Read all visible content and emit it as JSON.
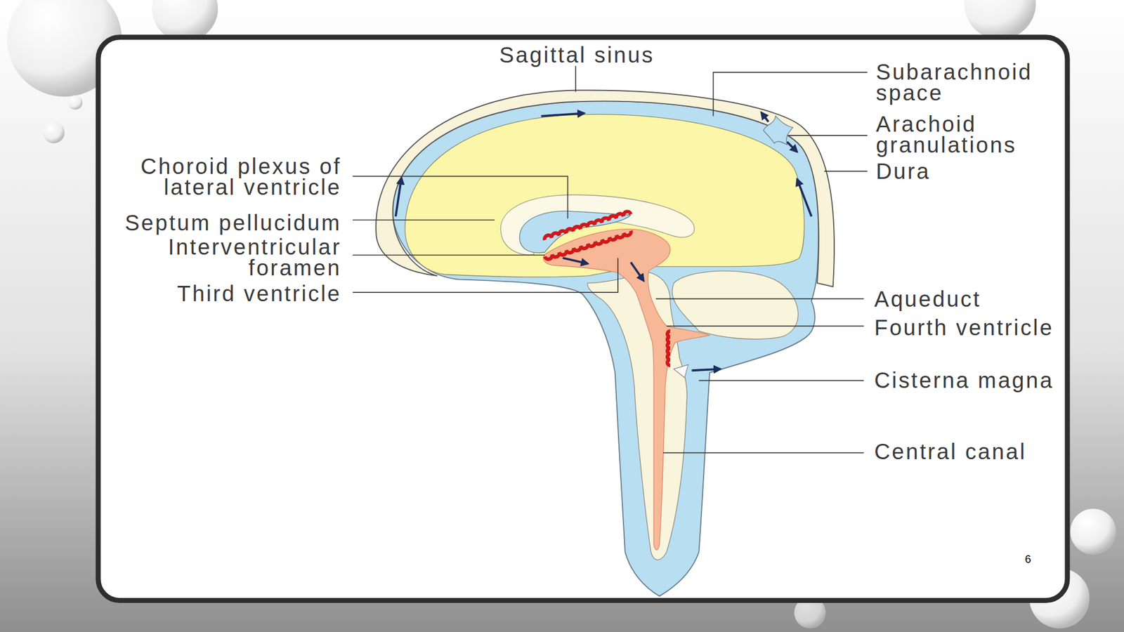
{
  "diagram": {
    "labels": [
      "Sagittal sinus",
      "Subarachnoid space",
      "Arachoid granulations",
      "Dura",
      "Choroid plexus of lateral ventricle",
      "Septum pellucidum",
      "Interventricular foramen",
      "Third ventricle",
      "Aqueduct",
      "Fourth ventricle",
      "Cisterna magna",
      "Central canal",
      "6"
    ]
  }
}
